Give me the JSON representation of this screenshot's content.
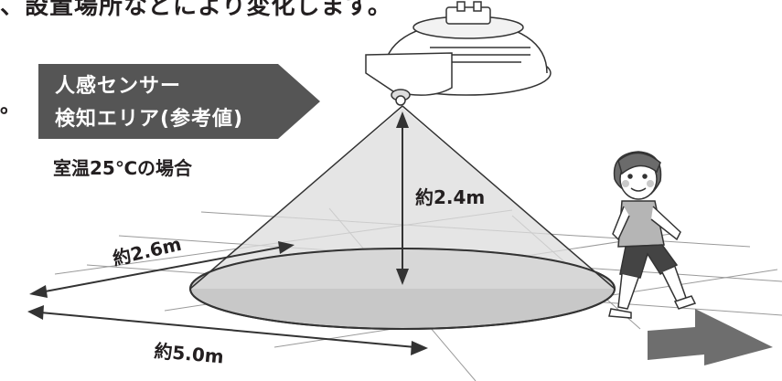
{
  "header": {
    "top_text": "、設置場所などにより変化します。",
    "left_mark": "。"
  },
  "banner": {
    "line1": "人感センサー",
    "line2": "検知エリア(参考値)"
  },
  "condition": "室温25℃の場合",
  "dimensions": {
    "height": "約2.4m",
    "depth": "約2.6m",
    "width": "約5.0m"
  },
  "colors": {
    "banner": "#555555",
    "cone": "#dcdcdc",
    "floor_ellipse": "#c8c8c8",
    "arrow": "#4d4d4d",
    "text": "#231f20"
  }
}
